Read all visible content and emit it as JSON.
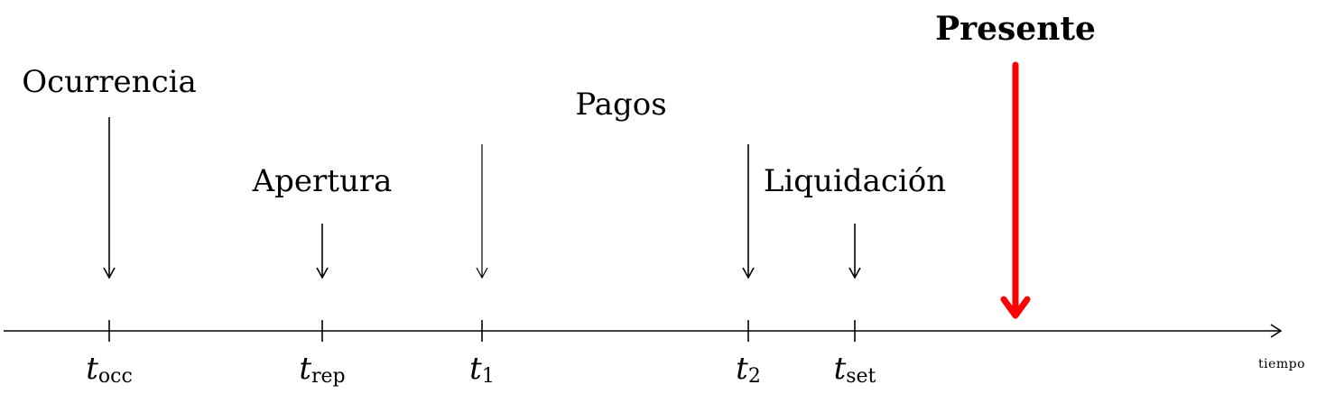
{
  "axis": {
    "label": "tiempo"
  },
  "ticks": [
    {
      "main": "t",
      "sub": "occ"
    },
    {
      "main": "t",
      "sub": "rep"
    },
    {
      "main": "t",
      "sub": "1"
    },
    {
      "main": "t",
      "sub": "2"
    },
    {
      "main": "t",
      "sub": "set"
    }
  ],
  "events": {
    "ocurrencia": "Ocurrencia",
    "apertura": "Apertura",
    "pagos": "Pagos",
    "liquidacion": "Liquidación"
  },
  "present": {
    "label": "Presente",
    "color": "#ff0000"
  }
}
